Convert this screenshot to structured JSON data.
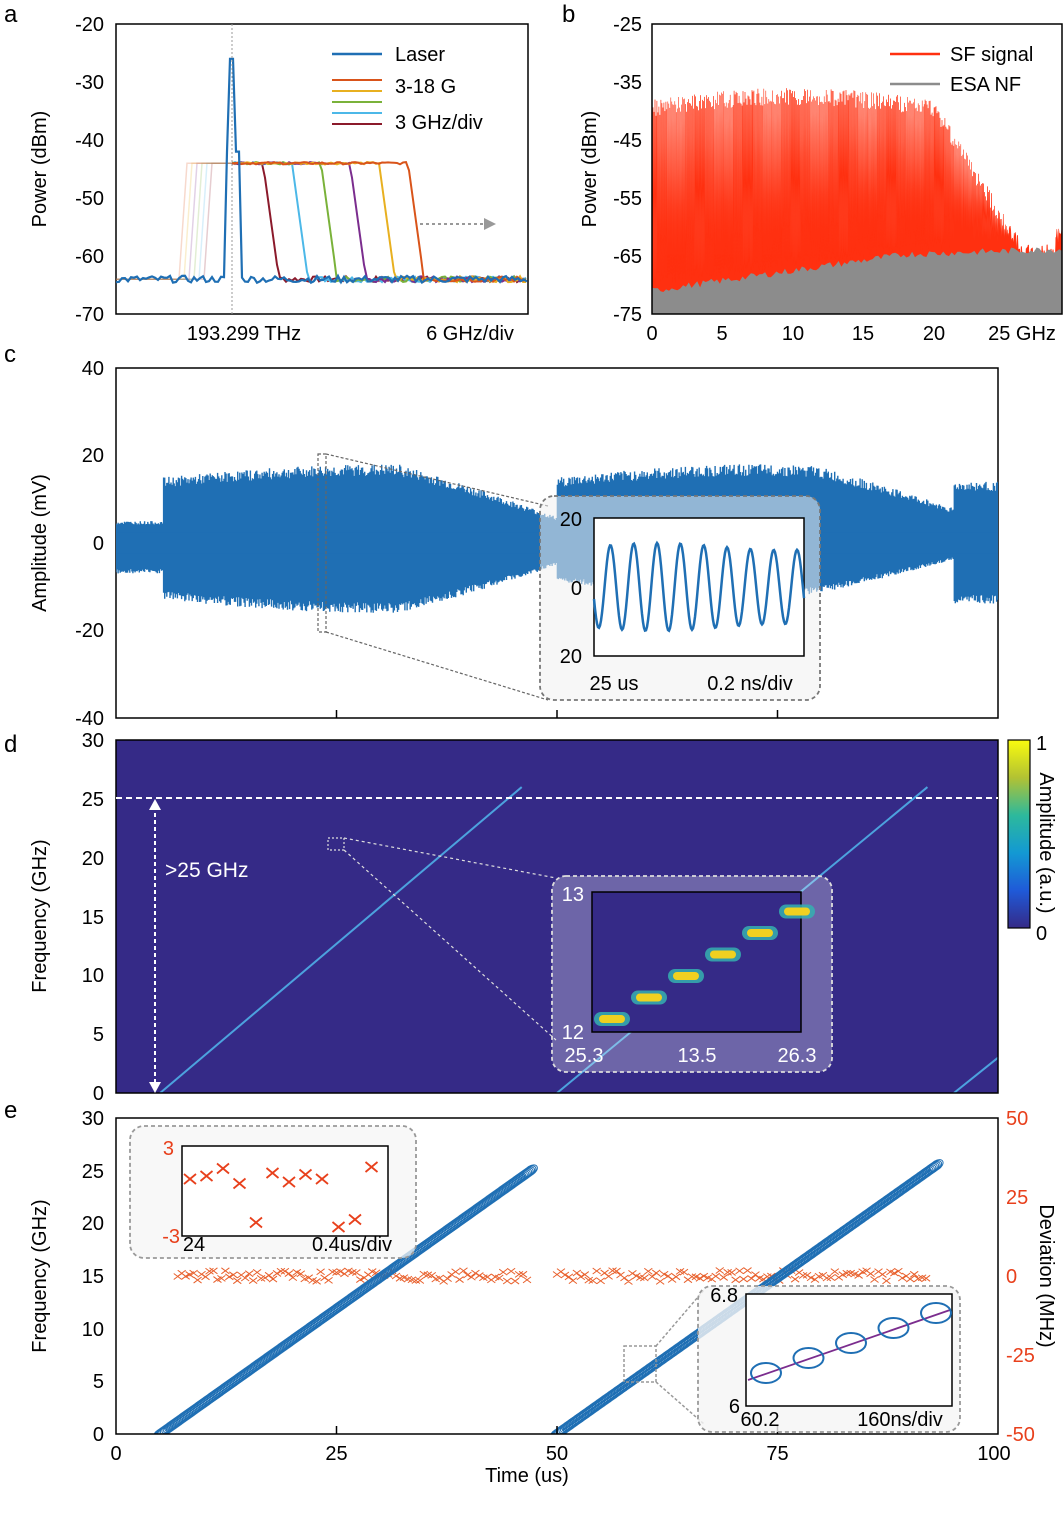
{
  "chart_data": [
    {
      "panel": "a",
      "type": "line",
      "ylabel": "Power (dBm)",
      "yticks": [
        "-20",
        "-30",
        "-40",
        "-50",
        "-60",
        "-70"
      ],
      "ylim": [
        -70,
        -20
      ],
      "xtick_labels": [
        "193.299 THz",
        "6 GHz/div"
      ],
      "legend": [
        "Laser",
        "3-18 G",
        "3 GHz/div"
      ],
      "laser_peak_dbm": -26,
      "floor_dbm": -64,
      "plateau_dbm": -44,
      "series": [
        {
          "name": "Laser",
          "color": "#1f6fb4"
        },
        {
          "name": "3 GHz",
          "color": "#8b1a2b",
          "bandwidth_ghz": 3
        },
        {
          "name": "6 GHz",
          "color": "#4cb8e8",
          "bandwidth_ghz": 6
        },
        {
          "name": "9 GHz",
          "color": "#7ab23a",
          "bandwidth_ghz": 9
        },
        {
          "name": "12 GHz",
          "color": "#7b2d8e",
          "bandwidth_ghz": 12
        },
        {
          "name": "15 GHz",
          "color": "#e8b020",
          "bandwidth_ghz": 15
        },
        {
          "name": "18 GHz",
          "color": "#d9541a",
          "bandwidth_ghz": 18
        }
      ]
    },
    {
      "panel": "b",
      "type": "area",
      "ylabel": "Power (dBm)",
      "yticks": [
        "-25",
        "-35",
        "-45",
        "-55",
        "-65",
        "-75"
      ],
      "ylim": [
        -75,
        -25
      ],
      "xticks": [
        "0",
        "5",
        "10",
        "15",
        "20",
        "25 GHz"
      ],
      "xlim": [
        0,
        29
      ],
      "legend": [
        "SF signal",
        "ESA NF"
      ],
      "colors": {
        "sf": "#ff3010",
        "nf": "#8c8c8c"
      }
    },
    {
      "panel": "c",
      "type": "line",
      "ylabel": "Amplitude (mV)",
      "yticks": [
        "40",
        "20",
        "0",
        "-20",
        "-40"
      ],
      "ylim": [
        -40,
        40
      ],
      "xlim": [
        0,
        100
      ],
      "inset": {
        "yticks": [
          "20",
          "0",
          "20"
        ],
        "xlabels": [
          "25 us",
          "0.2 ns/div"
        ]
      },
      "color": "#1f6fb4"
    },
    {
      "panel": "d",
      "type": "heatmap",
      "ylabel": "Frequency (GHz)",
      "yticks": [
        "30",
        "25",
        "20",
        "15",
        "10",
        "5",
        "0"
      ],
      "ylim": [
        0,
        30
      ],
      "xlim": [
        0,
        100
      ],
      "annotation": ">25 GHz",
      "colorbar": {
        "label": "Amplitude (a.u.)",
        "max": "1",
        "min": "0"
      },
      "inset": {
        "yticks": [
          "13",
          "12"
        ],
        "xlabels": [
          "25.3",
          "13.5",
          "26.3"
        ]
      }
    },
    {
      "panel": "e",
      "type": "scatter",
      "xlabel": "Time (us)",
      "ylabel": "Frequency (GHz)",
      "y2label": "Deviation (MHz)",
      "xticks": [
        "0",
        "25",
        "50",
        "75",
        "100"
      ],
      "yticks": [
        "30",
        "25",
        "20",
        "15",
        "10",
        "5",
        "0"
      ],
      "y2ticks": [
        "50",
        "25",
        "0",
        "-25",
        "-50"
      ],
      "xlim": [
        0,
        100
      ],
      "ylim": [
        0,
        30
      ],
      "y2lim": [
        -50,
        50
      ],
      "chirps": [
        {
          "x": [
            5,
            47
          ],
          "y": [
            0,
            25
          ]
        },
        {
          "x": [
            50,
            93
          ],
          "y": [
            0,
            25.5
          ]
        }
      ],
      "inset_left": {
        "yticks": [
          "3",
          "-3"
        ],
        "xlabels": [
          "24",
          "0.4us/div"
        ],
        "deviation_mhz": [
          0.8,
          1.0,
          1.5,
          0.5,
          -2.1,
          1.2,
          0.6,
          1.1,
          0.8,
          -2.4,
          -1.9,
          1.6
        ]
      },
      "inset_right": {
        "yticks": [
          "6.8",
          "6"
        ],
        "xlabels": [
          "60.2",
          "160ns/div"
        ]
      }
    }
  ],
  "panel_labels": [
    "a",
    "b",
    "c",
    "d",
    "e"
  ]
}
